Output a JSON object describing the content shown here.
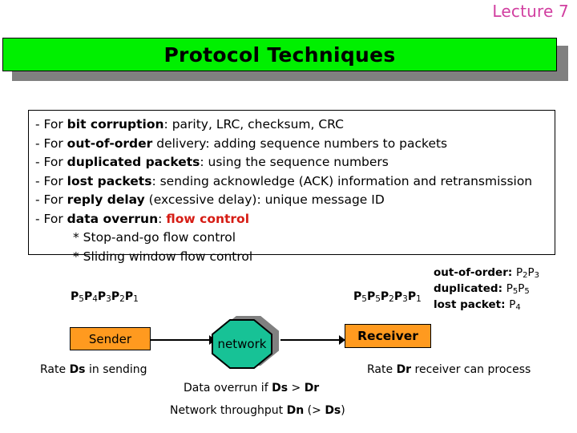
{
  "lecture": {
    "label": "Lecture 7",
    "color": "#d13fa0"
  },
  "title_banner": {
    "text": "Protocol Techniques",
    "background": "#00f000",
    "shadow": "#808080"
  },
  "content_box": {
    "bullets": [
      {
        "dash": "- For ",
        "bold": "bit corruption",
        "rest": ": parity, LRC, checksum, CRC"
      },
      {
        "dash": "- For ",
        "bold": "out-of-order",
        "rest": " delivery: adding sequence numbers to packets"
      },
      {
        "dash": "- For ",
        "bold": "duplicated packets",
        "rest": ": using the sequence numbers"
      },
      {
        "dash": "- For ",
        "bold": "lost packets",
        "rest": ": sending acknowledge (ACK) information and retransmission"
      },
      {
        "dash": "- For ",
        "bold": "reply delay",
        "rest": " (excessive delay): unique message ID"
      },
      {
        "dash": "- For ",
        "bold": "data overrun",
        "rest": ": ",
        "highlight": "flow control",
        "highlight_color": "#d61c14"
      }
    ],
    "sub_items": [
      "*  Stop-and-go flow control",
      "*  Sliding window flow control"
    ]
  },
  "diagram": {
    "sender_sequence": {
      "parts": [
        {
          "p": "P",
          "sub": "5"
        },
        {
          "p": "P",
          "sub": "4"
        },
        {
          "p": "P",
          "sub": "3"
        },
        {
          "p": "P",
          "sub": "2"
        },
        {
          "p": "P",
          "sub": "1"
        }
      ]
    },
    "receiver_sequence": {
      "parts": [
        {
          "p": "P",
          "sub": "5"
        },
        {
          "p": "P",
          "sub": "5"
        },
        {
          "p": "P",
          "sub": "2"
        },
        {
          "p": "P",
          "sub": "3"
        },
        {
          "p": "P",
          "sub": "1"
        }
      ]
    },
    "annotations": [
      {
        "label": "out-of-order:",
        "value_parts": [
          {
            "p": "P",
            "sub": "2"
          },
          {
            "p": "P",
            "sub": "3"
          }
        ]
      },
      {
        "label": "duplicated:",
        "value_parts": [
          {
            "p": "P",
            "sub": "5"
          },
          {
            "p": "P",
            "sub": "5"
          }
        ]
      },
      {
        "label": "lost packet:",
        "value_parts": [
          {
            "p": "P",
            "sub": "4"
          }
        ]
      }
    ],
    "sender_box": {
      "label": "Sender",
      "fill": "#ff9a1f"
    },
    "network_node": {
      "label": "network",
      "fill": "#17c296",
      "shadow": "#808080"
    },
    "receiver_box": {
      "label": "Receiver",
      "fill": "#ff9a1f"
    },
    "captions": {
      "sender_rate": {
        "pre": "Rate ",
        "bold": "Ds",
        "post": " in sending"
      },
      "receiver_rate": {
        "pre": "Rate ",
        "bold": "Dr",
        "post": " receiver can process"
      },
      "data_overrun": {
        "pre": "Data overrun if ",
        "bold": "Ds",
        "mid": " > ",
        "bold2": "Dr",
        "post": ""
      },
      "network_throughput": {
        "pre": "Network throughput ",
        "bold": "Dn",
        "mid": " (> ",
        "bold2": "Ds",
        "post": ")"
      }
    }
  }
}
